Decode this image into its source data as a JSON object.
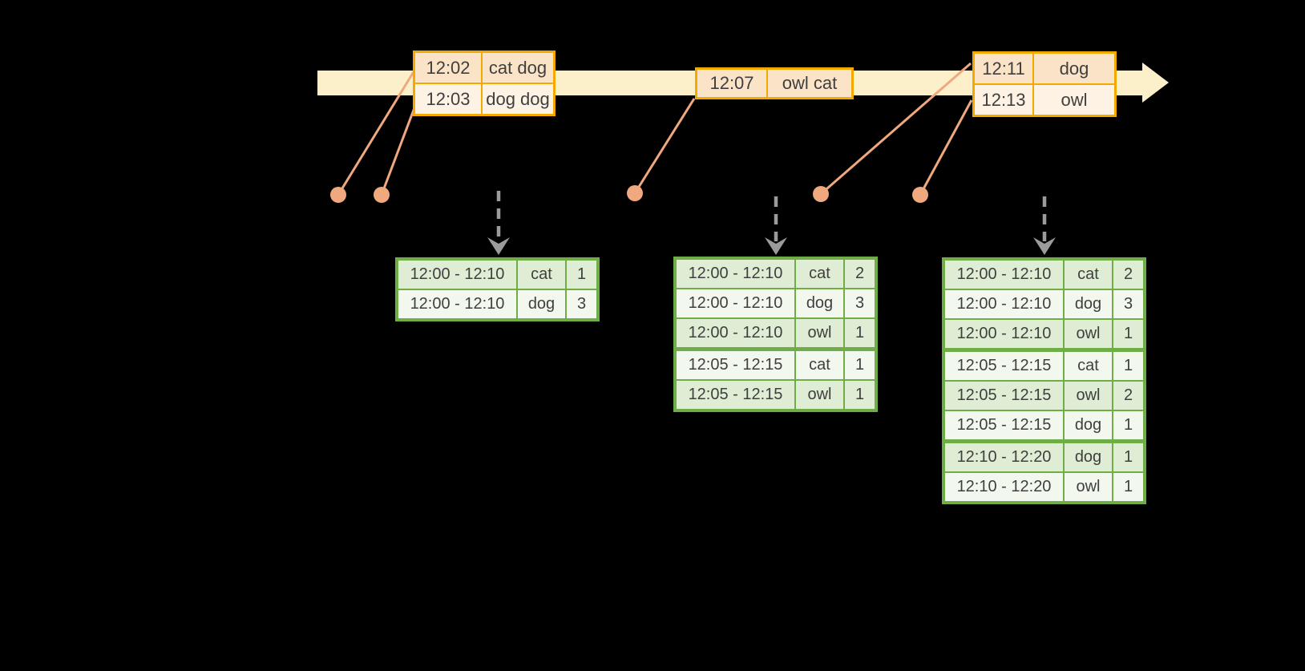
{
  "colors": {
    "background": "#000000",
    "timeline_fill": "#FCF0CA",
    "event_table_border": "#F2A900",
    "event_row_peach": "#FAE3C6",
    "event_row_cream": "#FDF2E3",
    "connector_salmon": "#F0A87E",
    "trigger_arrow_gray": "#9B9B9B",
    "result_table_border": "#6FAE46",
    "result_row_green": "#DFEDD4",
    "result_row_light": "#F3F8EF",
    "text": "#3F3F3F"
  },
  "event_tables": [
    {
      "rows": [
        {
          "time": "12:02",
          "words": "cat dog"
        },
        {
          "time": "12:03",
          "words": "dog dog"
        }
      ]
    },
    {
      "rows": [
        {
          "time": "12:07",
          "words": "owl cat"
        }
      ]
    },
    {
      "rows": [
        {
          "time": "12:11",
          "words": "dog"
        },
        {
          "time": "12:13",
          "words": "owl"
        }
      ]
    }
  ],
  "result_tables": [
    {
      "rows": [
        {
          "window": "12:00 - 12:10",
          "word": "cat",
          "count": "1"
        },
        {
          "window": "12:00 - 12:10",
          "word": "dog",
          "count": "3"
        }
      ]
    },
    {
      "rows": [
        {
          "window": "12:00 - 12:10",
          "word": "cat",
          "count": "2"
        },
        {
          "window": "12:00 - 12:10",
          "word": "dog",
          "count": "3"
        },
        {
          "window": "12:00 - 12:10",
          "word": "owl",
          "count": "1"
        },
        {
          "window": "12:05 - 12:15",
          "word": "cat",
          "count": "1"
        },
        {
          "window": "12:05 - 12:15",
          "word": "owl",
          "count": "1"
        }
      ]
    },
    {
      "rows": [
        {
          "window": "12:00 - 12:10",
          "word": "cat",
          "count": "2"
        },
        {
          "window": "12:00 - 12:10",
          "word": "dog",
          "count": "3"
        },
        {
          "window": "12:00 - 12:10",
          "word": "owl",
          "count": "1"
        },
        {
          "window": "12:05 - 12:15",
          "word": "cat",
          "count": "1"
        },
        {
          "window": "12:05 - 12:15",
          "word": "owl",
          "count": "2"
        },
        {
          "window": "12:05 - 12:15",
          "word": "dog",
          "count": "1"
        },
        {
          "window": "12:10 - 12:20",
          "word": "dog",
          "count": "1"
        },
        {
          "window": "12:10 - 12:20",
          "word": "owl",
          "count": "1"
        }
      ]
    }
  ]
}
